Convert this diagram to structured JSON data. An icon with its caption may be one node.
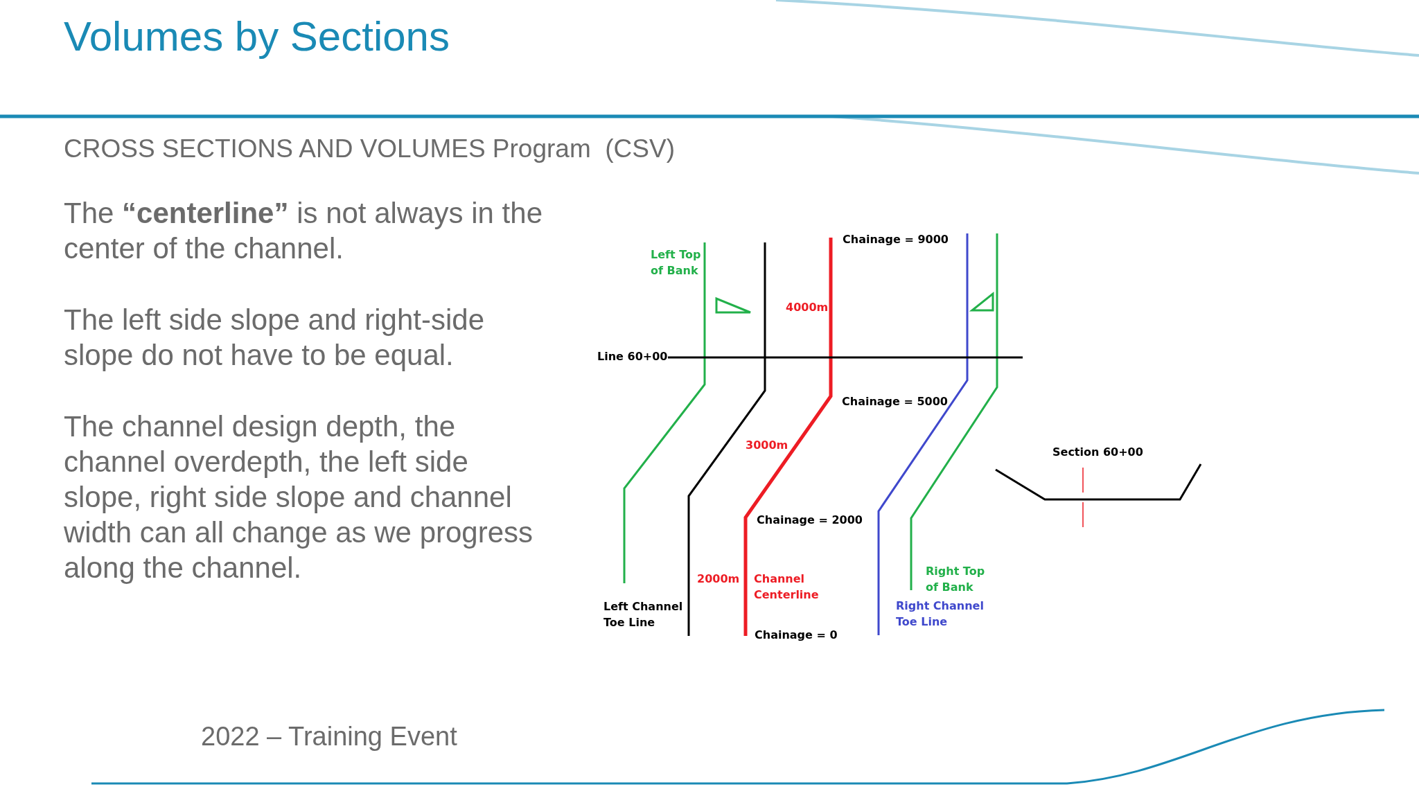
{
  "diagram": {
    "title": "Volumes by Sections",
    "labels": [
      "CROSS SECTIONS AND VOLUMES Program  (CSV)",
      "The **“centerline”** is not always in the center of the channel.",
      "The left side slope and right-side slope do not have to be equal.",
      "The channel design depth, the channel overdepth, the left side slope, right side slope and channel width can all change as we progress along the channel.",
      "Chainage = 9000",
      "Left Top of Bank",
      "4000m",
      "Line 60+00",
      "Chainage = 5000",
      "3000m",
      "Section 60+00",
      "Chainage = 2000",
      "Right Top of Bank",
      "2000m",
      "Channel Centerline",
      "Left Channel Toe Line",
      "Right Channel Toe Line",
      "Chainage = 0",
      "2022 – Training Event"
    ]
  }
}
